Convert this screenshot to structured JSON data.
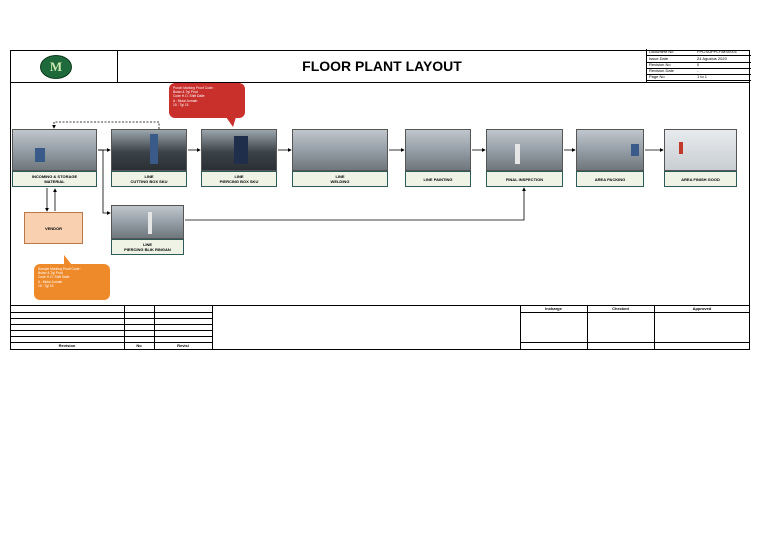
{
  "header": {
    "logo_letter": "M",
    "title": "FLOOR PLANT LAYOUT",
    "info": [
      {
        "key": "Document No",
        "value": "FPL/SUPPLY/MSI/001"
      },
      {
        "key": "Issue Date",
        "value": "24 Agustus 2020"
      },
      {
        "key": "Revision No",
        "value": "0"
      },
      {
        "key": "Revision Date",
        "value": "-"
      },
      {
        "key": "Page No",
        "value": "1 to 1"
      }
    ]
  },
  "stations": [
    {
      "line1": "INCOMING & STORAGE",
      "line2": "MATERIAL"
    },
    {
      "line1": "LINE",
      "line2": "CUTTING BOX SKU"
    },
    {
      "line1": "LINE",
      "line2": "PIERCING BOX SKU"
    },
    {
      "line1": "LINE",
      "line2": "WELDING"
    },
    {
      "line1": "LINE PAINTING",
      "line2": ""
    },
    {
      "line1": "FINAL INSPECTION",
      "line2": ""
    },
    {
      "line1": "AREA PACKING",
      "line2": ""
    },
    {
      "line1": "AREA FINISH GOOD",
      "line2": ""
    }
  ],
  "vendor": "VENDOR",
  "branch_station": {
    "line1": "LINE",
    "line2": "PIERCING BLIK RINGAN"
  },
  "callout_red": [
    "Punch Marking Proof Code :",
    "Bulan & Tgl Prod",
    "Code H.O. Shift Dalle",
    "A : Mulai Jumatn",
    "15 : Tgl 15"
  ],
  "callout_orange": [
    "Sample Marking Proof Code :",
    "Bulan & Tgl Prod",
    "Code H.O. Shift Dalle",
    "A : Mulai Jumatn",
    "15 : Tgl 15"
  ],
  "titleblock": {
    "revision": "Revision",
    "no": "No",
    "revisi": "Revisi",
    "incharge": "Incharge",
    "checked": "Checked",
    "approved": "Approved"
  }
}
